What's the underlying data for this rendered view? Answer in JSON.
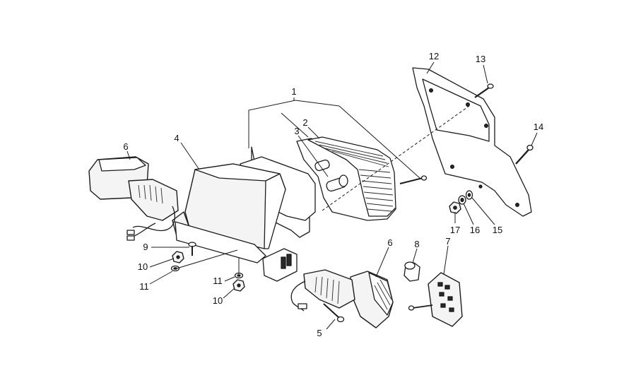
{
  "diagram": {
    "callouts": [
      {
        "id": "c1",
        "text": "1"
      },
      {
        "id": "c2",
        "text": "2"
      },
      {
        "id": "c3",
        "text": "3"
      },
      {
        "id": "c4",
        "text": "4"
      },
      {
        "id": "c5",
        "text": "5"
      },
      {
        "id": "c6a",
        "text": "6"
      },
      {
        "id": "c6b",
        "text": "6"
      },
      {
        "id": "c7",
        "text": "7"
      },
      {
        "id": "c8",
        "text": "8"
      },
      {
        "id": "c9",
        "text": "9"
      },
      {
        "id": "c10a",
        "text": "10"
      },
      {
        "id": "c10b",
        "text": "10"
      },
      {
        "id": "c11a",
        "text": "11"
      },
      {
        "id": "c11b",
        "text": "11"
      },
      {
        "id": "c12",
        "text": "12"
      },
      {
        "id": "c13",
        "text": "13"
      },
      {
        "id": "c14",
        "text": "14"
      },
      {
        "id": "c15",
        "text": "15"
      },
      {
        "id": "c16",
        "text": "16"
      },
      {
        "id": "c17",
        "text": "17"
      }
    ]
  }
}
